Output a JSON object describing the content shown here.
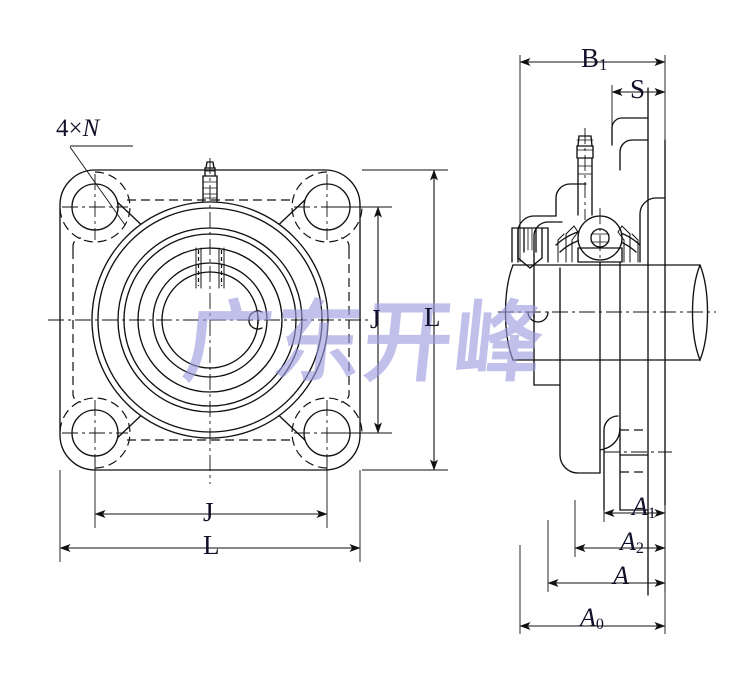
{
  "drawing": {
    "title": "Square flange ball bearing unit — dimensioned engineering drawing",
    "views": {
      "front": {
        "name": "front-view",
        "description": "4-bolt square flange bearing unit, front elevation"
      },
      "side": {
        "name": "side-view",
        "description": "bearing unit side section with shaft"
      }
    },
    "line_color": "#111111",
    "background": "#ffffff"
  },
  "labels": {
    "bolt_note_count": "4",
    "bolt_note_times": "×",
    "bolt_note_symbol": "N",
    "front_vertical_inner": "J",
    "front_vertical_outer": "L",
    "front_horizontal_inner": "J",
    "front_horizontal_outer": "L",
    "side_top_outer": "B",
    "side_top_outer_sub": "1",
    "side_top_inner": "S",
    "side_bottom_1": "A",
    "side_bottom_1_sub": "1",
    "side_bottom_2": "A",
    "side_bottom_2_sub": "2",
    "side_bottom_3": "A",
    "side_bottom_4": "A",
    "side_bottom_4_sub": "0"
  },
  "watermark": {
    "text": "广东开峰",
    "color": "#9a9ade"
  }
}
